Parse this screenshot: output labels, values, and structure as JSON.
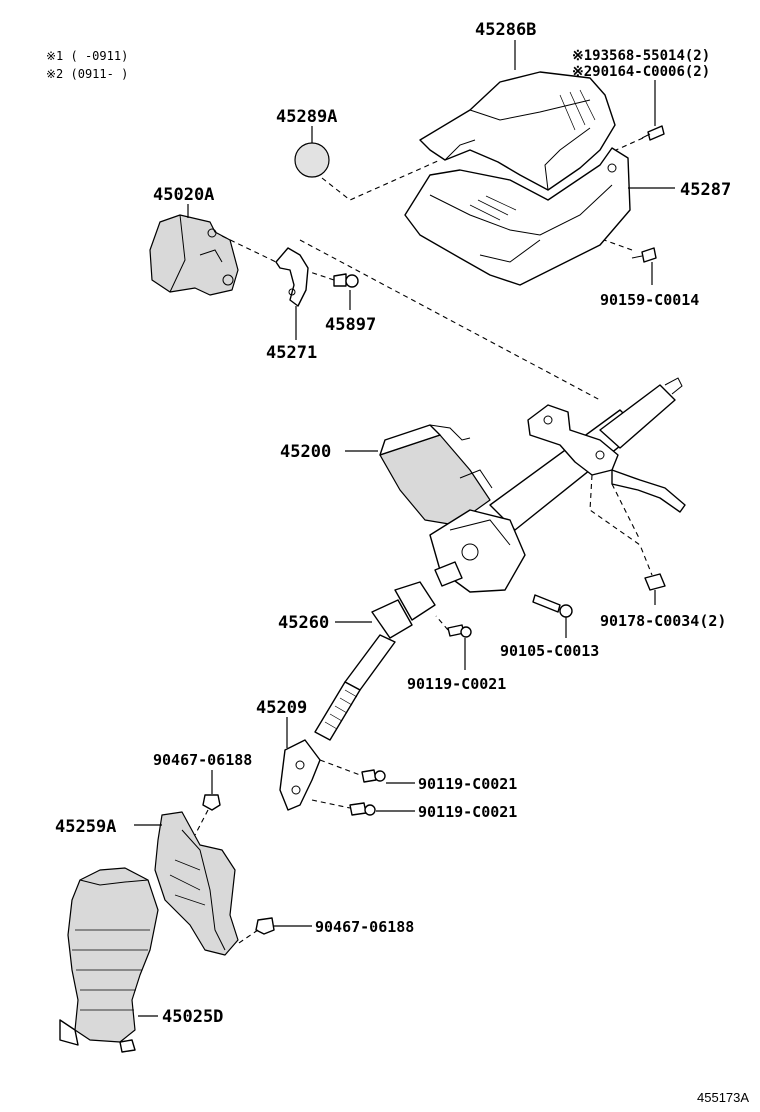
{
  "notes": {
    "note1": "※1 (   -0911)",
    "note2": "※2 (0911-   )"
  },
  "labels": {
    "p45286B": "45286B",
    "p193568": "※193568-55014(2)",
    "p290164": "※290164-C0006(2)",
    "p45289A": "45289A",
    "p45287": "45287",
    "p45020A": "45020A",
    "p90159": "90159-C0014",
    "p45897": "45897",
    "p45271": "45271",
    "p45200": "45200",
    "p45260": "45260",
    "p90178": "90178-C0034(2)",
    "p90105": "90105-C0013",
    "p90119a": "90119-C0021",
    "p45209": "45209",
    "p90467a": "90467-06188",
    "p90119b": "90119-C0021",
    "p90119c": "90119-C0021",
    "p45259A": "45259A",
    "p90467b": "90467-06188",
    "p45025D": "45025D"
  },
  "figure_ref": "455173A"
}
